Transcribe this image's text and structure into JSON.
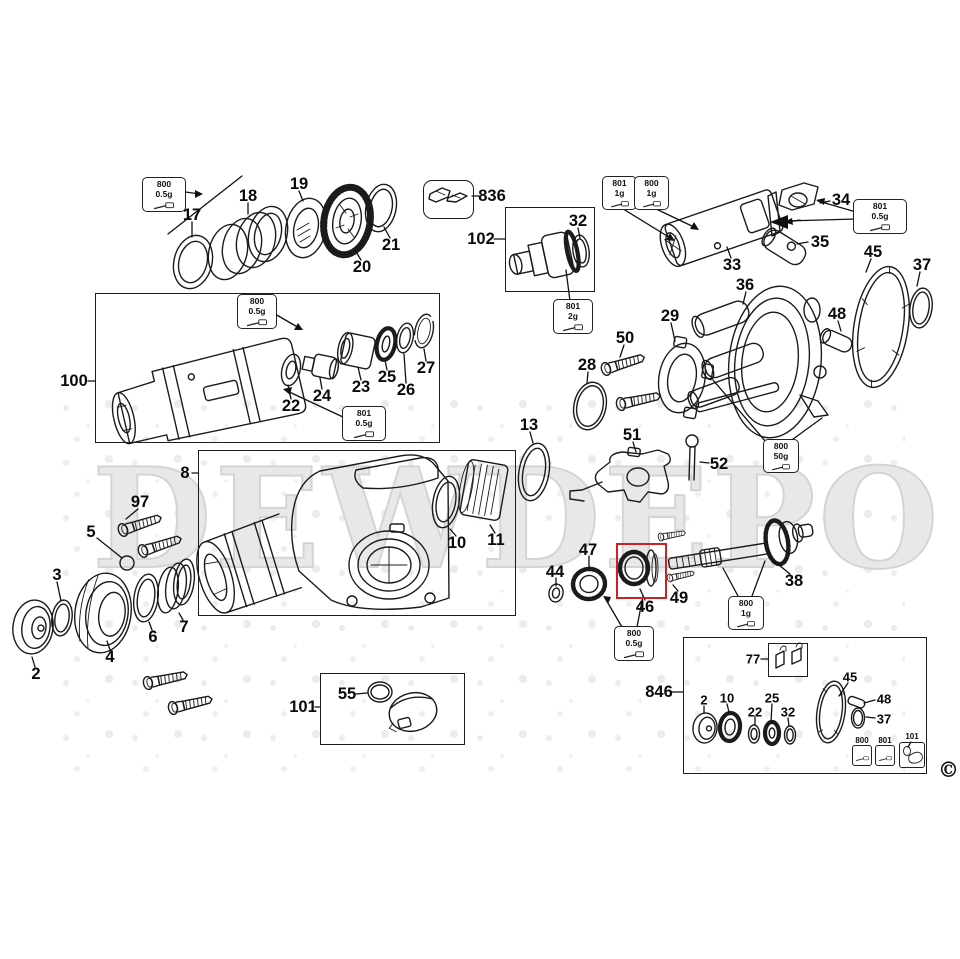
{
  "watermark": "DEWDEPO",
  "copyright_symbol": "©",
  "highlighted_part": "46",
  "colors": {
    "highlight": "#cc2222",
    "line": "#1b1b1b",
    "watermark": "#e8e8e8"
  },
  "parts": {
    "p2": "2",
    "p3": "3",
    "p4": "4",
    "p5": "5",
    "p6": "6",
    "p7": "7",
    "p8": "8",
    "p10": "10",
    "p11": "11",
    "p13": "13",
    "p17": "17",
    "p18": "18",
    "p19": "19",
    "p20": "20",
    "p21": "21",
    "p22": "22",
    "p23": "23",
    "p24": "24",
    "p25": "25",
    "p26": "26",
    "p27": "27",
    "p28": "28",
    "p29": "29",
    "p32": "32",
    "p33": "33",
    "p34": "34",
    "p35": "35",
    "p36": "36",
    "p37": "37",
    "p38": "38",
    "p44": "44",
    "p45": "45",
    "p46": "46",
    "p47": "47",
    "p48": "48",
    "p49": "49",
    "p50": "50",
    "p51": "51",
    "p52": "52",
    "p55": "55",
    "p97": "97",
    "p100": "100",
    "p101": "101",
    "p102": "102",
    "p836": "836",
    "p846": "846"
  },
  "kit": {
    "p77": "77",
    "p2": "2",
    "p10": "10",
    "p22": "22",
    "p25": "25",
    "p32": "32",
    "p45": "45",
    "p48": "48",
    "p37": "37",
    "m800": "800",
    "m801": "801",
    "m101": "101"
  },
  "grease": {
    "tl": {
      "code": "800",
      "qty": "0.5g"
    },
    "b100top": {
      "code": "800",
      "qty": "0.5g"
    },
    "b100bot": {
      "code": "801",
      "qty": "0.5g"
    },
    "chuck": {
      "code": "801",
      "qty": "2g"
    },
    "cylA": {
      "code": "801",
      "qty": "1g"
    },
    "cylB": {
      "code": "800",
      "qty": "1g"
    },
    "r34": {
      "code": "801",
      "qty": "0.5g"
    },
    "h36": {
      "code": "800",
      "qty": "50g"
    },
    "g46": {
      "code": "800",
      "qty": "0.5g"
    },
    "s38": {
      "code": "800",
      "qty": "1g"
    }
  }
}
